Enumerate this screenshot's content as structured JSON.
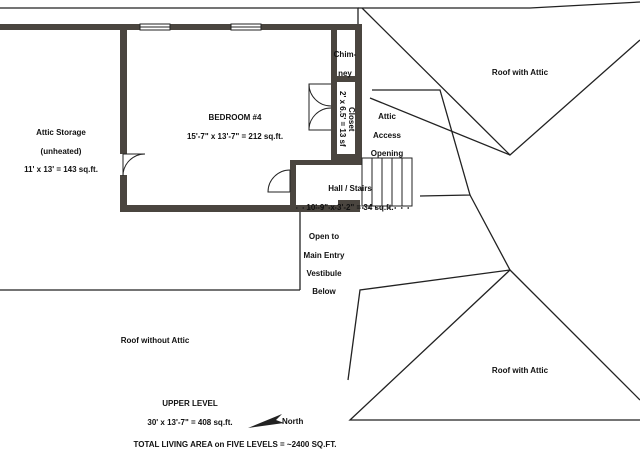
{
  "rooms": {
    "attic_storage": {
      "name": "Attic Storage",
      "note": "(unheated)",
      "size": "11' x 13' = 143 sq.ft."
    },
    "bedroom": {
      "name": "BEDROOM #4",
      "size": "15'-7\" x 13'-7\" = 212 sq.ft."
    },
    "chimney": {
      "line1": "Chim-",
      "line2": "ney"
    },
    "closet": {
      "name": "Closet",
      "size": "2' x 6.5' = 13 sf"
    },
    "attic_access": {
      "line1": "Attic",
      "line2": "Access",
      "line3": "Opening"
    },
    "hall": {
      "name": "Hall / Stairs",
      "size": "10'-9\" x 3'-2\" = 34 sq.ft."
    },
    "open_to": {
      "line1": "Open to",
      "line2": "Main Entry",
      "line3": "Vestibule",
      "line4": "Below"
    }
  },
  "roof": {
    "with_attic_top": "Roof with Attic",
    "with_attic_bottom": "Roof with Attic",
    "without_attic": "Roof without Attic"
  },
  "level": {
    "name": "UPPER LEVEL",
    "size": "30' x 13'-7\" = 408 sq.ft."
  },
  "north_label": "North",
  "total": "TOTAL LIVING AREA on FIVE LEVELS = ~2400 SQ.FT.",
  "colors": {
    "wall": "#4a453f",
    "line": "#222222"
  }
}
